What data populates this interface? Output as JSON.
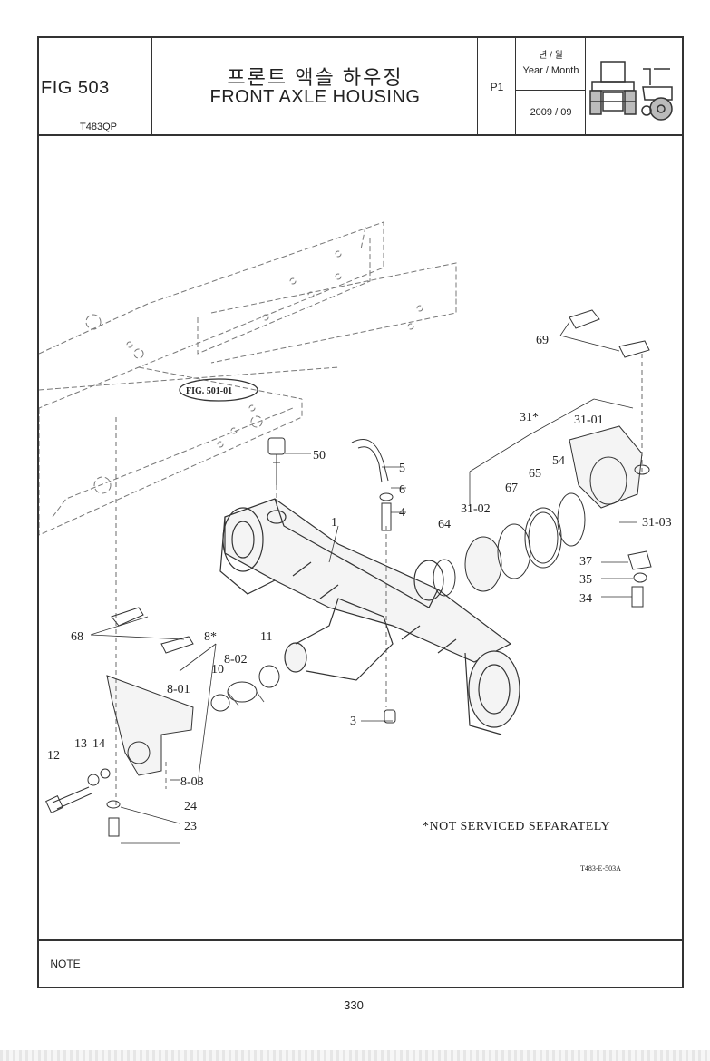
{
  "header": {
    "fig_number": "FIG 503",
    "model": "T483QP",
    "title_korean": "프론트 액슬 하우징",
    "title_english": "FRONT AXLE HOUSING",
    "page_ref": "P1",
    "year_month_korean": "년 / 월",
    "year_month_english": "Year / Month",
    "date": "2009 / 09",
    "tractor_icon": "tractor-icon"
  },
  "drawing": {
    "fig_reference": "FIG. 501-01",
    "drawing_code": "T483-E-503A",
    "footnote": "*NOT SERVICED SEPARATELY",
    "callouts": {
      "c1": "1",
      "c3": "3",
      "c4": "4",
      "c5": "5",
      "c6": "6",
      "c8": "8*",
      "c8_01": "8-01",
      "c8_02": "8-02",
      "c8_03": "8-03",
      "c10": "10",
      "c11": "11",
      "c12": "12",
      "c13": "13",
      "c14": "14",
      "c23": "23",
      "c24": "24",
      "c31": "31*",
      "c31_01": "31-01",
      "c31_02": "31-02",
      "c31_03": "31-03",
      "c34": "34",
      "c35": "35",
      "c37": "37",
      "c50": "50",
      "c54": "54",
      "c64": "64",
      "c65": "65",
      "c67": "67",
      "c68": "68",
      "c69": "69"
    }
  },
  "footer": {
    "note_label": "NOTE",
    "page_number": "330"
  }
}
